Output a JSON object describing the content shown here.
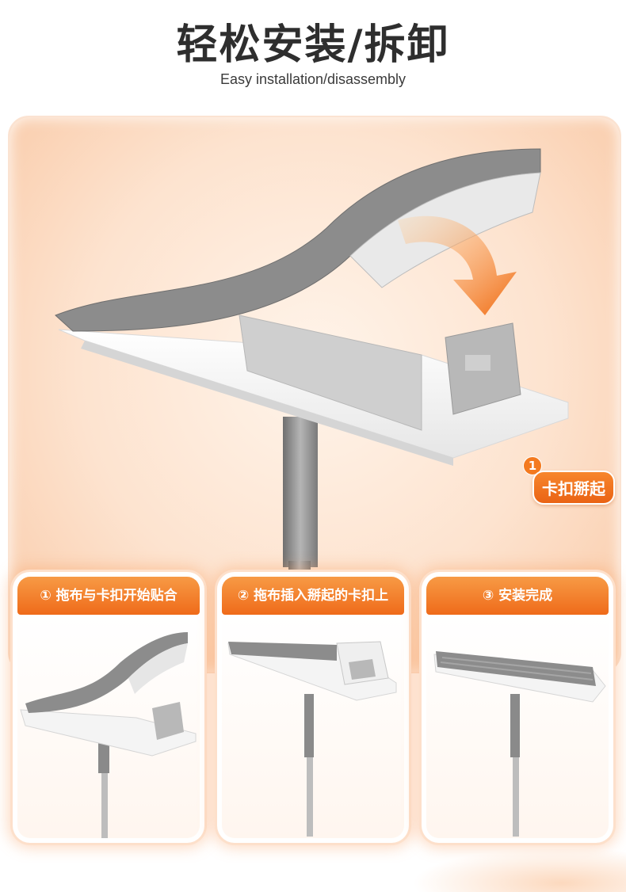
{
  "header": {
    "title": "轻松安装/拆卸",
    "subtitle": "Easy installation/disassembly"
  },
  "callout": {
    "number": "1",
    "label": "卡扣掰起"
  },
  "steps": [
    {
      "label": "① 拖布与卡扣开始贴合"
    },
    {
      "label": "② 拖布插入掰起的卡扣上"
    },
    {
      "label": "③ 安装完成"
    }
  ],
  "colors": {
    "accent": "#f07020",
    "title": "#2e2e2e",
    "panel": "#fde3cf",
    "mop_pad": "#8a8a8a"
  }
}
